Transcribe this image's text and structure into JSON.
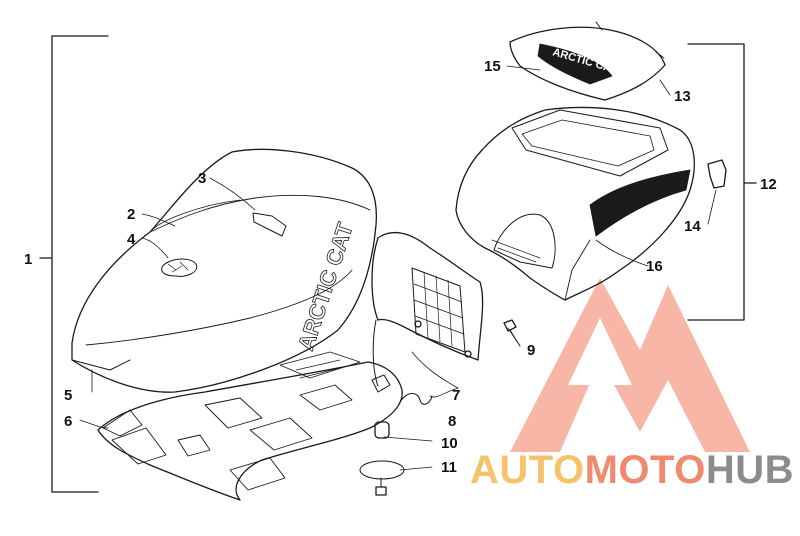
{
  "callouts": {
    "c1": "1",
    "c2": "2",
    "c3": "3",
    "c4": "4",
    "c5": "5",
    "c6": "6",
    "c7": "7",
    "c8": "8",
    "c9": "9",
    "c10": "10",
    "c11": "11",
    "c12": "12",
    "c13": "13",
    "c14": "14",
    "c15": "15",
    "c16": "16"
  },
  "seat_embossed_text": "ARCTIC CAT",
  "lid_decal_text": "ARCTIC CAT",
  "watermark": {
    "part1": "AUTO",
    "part2": "MOTO",
    "part3": "HUB"
  },
  "colors": {
    "line": "#1a1a1a",
    "watermark_red": "#f08a6e",
    "watermark_yellow": "#f6c36c",
    "watermark_gray": "#8c8c8c"
  }
}
